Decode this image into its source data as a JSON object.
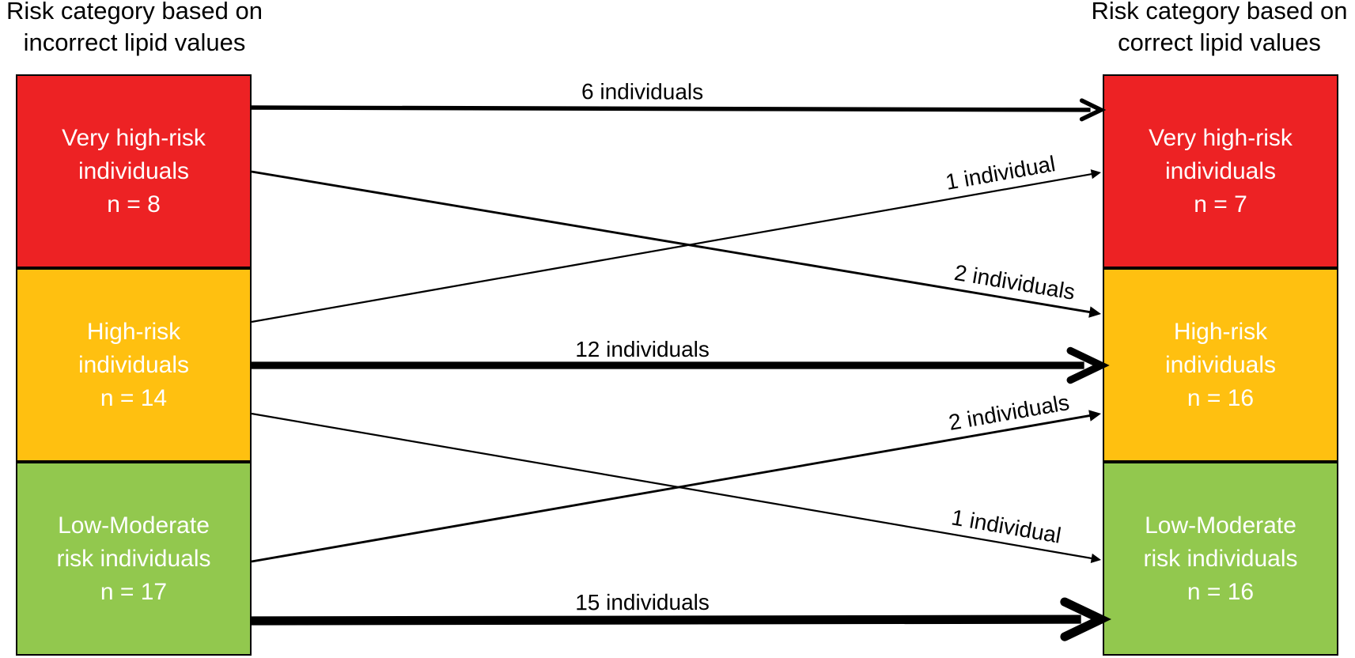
{
  "header": {
    "left": [
      "Risk category based on",
      "incorrect lipid values"
    ],
    "right": [
      "Risk category based on",
      "correct lipid values"
    ]
  },
  "colors": {
    "very_high": "#ED2224",
    "high": "#FFC010",
    "low_moderate": "#92C84E",
    "border": "#000000",
    "arrow": "#000000"
  },
  "categories": [
    {
      "id": "very_high",
      "lines": [
        "Very high-risk",
        "individuals"
      ]
    },
    {
      "id": "high",
      "lines": [
        "High-risk",
        "individuals"
      ]
    },
    {
      "id": "low_moderate",
      "lines": [
        "Low-Moderate",
        "risk individuals"
      ]
    }
  ],
  "before": {
    "very_high": "n = 8",
    "high": "n = 14",
    "low_moderate": "n = 17"
  },
  "after": {
    "very_high": "n = 7",
    "high": "n = 16",
    "low_moderate": "n = 16"
  },
  "flows": [
    {
      "from": "very_high",
      "to": "very_high",
      "count": 6,
      "label": "6 individuals"
    },
    {
      "from": "very_high",
      "to": "high",
      "count": 2,
      "label": "2 individuals"
    },
    {
      "from": "high",
      "to": "very_high",
      "count": 1,
      "label": "1 individual"
    },
    {
      "from": "high",
      "to": "high",
      "count": 12,
      "label": "12 individuals"
    },
    {
      "from": "high",
      "to": "low_moderate",
      "count": 1,
      "label": "1 individual"
    },
    {
      "from": "low_moderate",
      "to": "high",
      "count": 2,
      "label": "2 individuals"
    },
    {
      "from": "low_moderate",
      "to": "low_moderate",
      "count": 15,
      "label": "15 individuals"
    }
  ]
}
